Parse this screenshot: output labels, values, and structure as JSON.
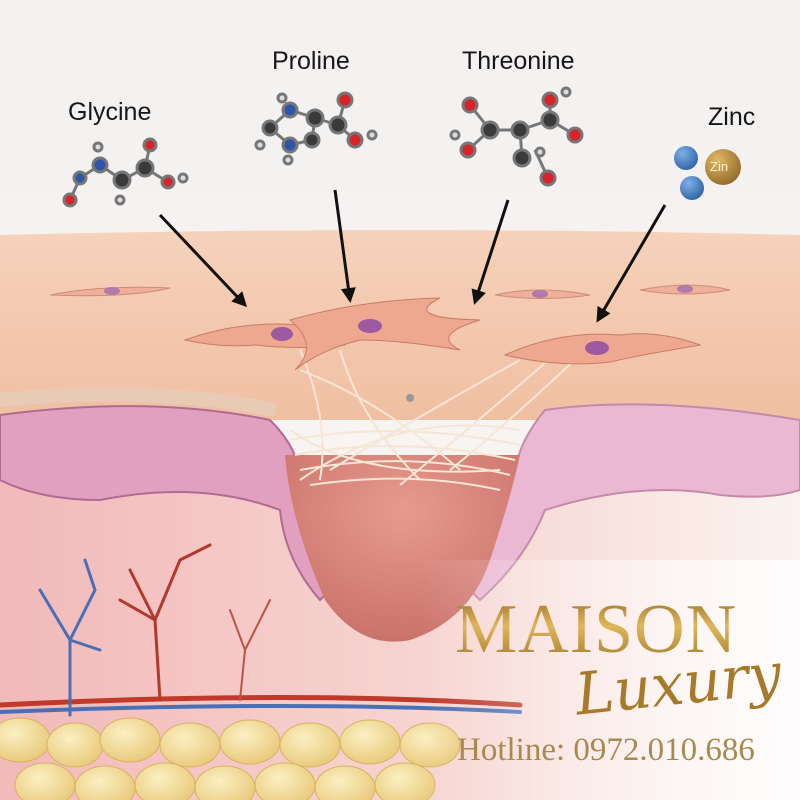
{
  "molecules": [
    {
      "name": "Glycine"
    },
    {
      "name": "Proline"
    },
    {
      "name": "Threonine"
    },
    {
      "name": "Zinc",
      "atom_label": "Zin"
    }
  ],
  "brand": {
    "name": "MAISON",
    "script": "Luxury",
    "hotline": "Hotline: 0972.010.686"
  },
  "colors": {
    "carbon": "#3a3a3a",
    "oxygen": "#d9232a",
    "nitrogen": "#2f55a8",
    "hydrogen": "#e8e8e8",
    "zinc_gold": "#b8892f",
    "zinc_blue": "#3f7cc4",
    "skin": "#f3c3a6",
    "epidermis": "#e7a7c4",
    "dermis": "#f4c4c4",
    "fat": "#f1d994"
  }
}
